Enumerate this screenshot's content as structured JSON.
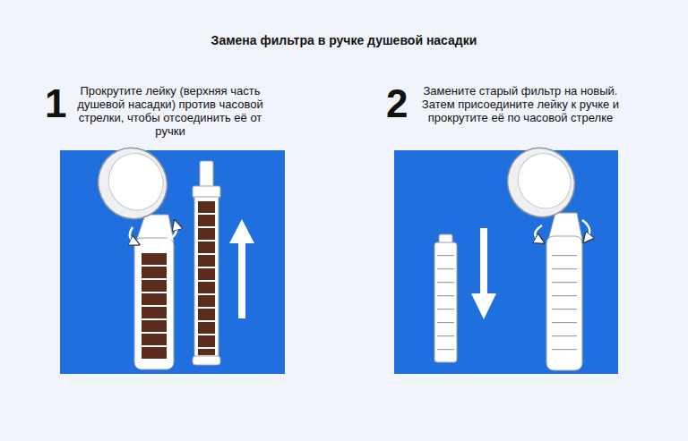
{
  "diagram": {
    "title": "Замена фильтра в ручке душевой насадки",
    "labels": [
      "1",
      "Прокрутите лейку (верхняя часть душевой насадки) против часовой стрелки, чтобы отсоединить её от ручки",
      "2",
      "Замените старый фильтр на новый. Затем присоедините лейку к ручке и прокрутите её по часовой стрелке"
    ]
  }
}
